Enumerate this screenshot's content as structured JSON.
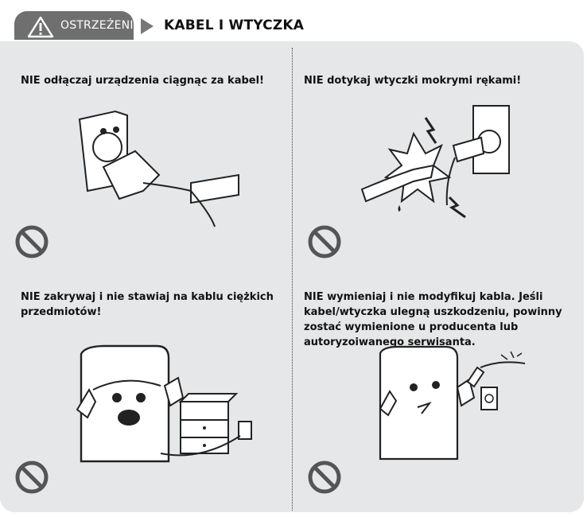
{
  "header": {
    "warning_label": "OSTRZEŻENIE",
    "title": "KABEL I WTYCZKA"
  },
  "sections": [
    {
      "caption": "NIE odłączaj urządzenia ciągnąc za kabel!"
    },
    {
      "caption": "NIE dotykaj wtyczki mokrymi rękami!"
    },
    {
      "caption_lines": [
        "NIE zakrywaj i nie stawiaj na kablu ciężkich",
        "przedmiotów!"
      ]
    },
    {
      "caption_lines": [
        "NIE wymieniaj i nie modyfikuj kabla. Jeśli",
        "kabel/wtyczka ulegną uszkodzeniu, powinny",
        "zostać wymienione u producenta lub",
        "autoryzoiwanego serwisanta."
      ]
    }
  ],
  "icons": {
    "warning": "warning-triangle-icon",
    "arrow": "play-arrow-icon",
    "prohibited": "prohibited-icon"
  },
  "colors": {
    "tab": "#6f6f6f",
    "panel": "#e6e7e9",
    "prohibited": "#555555"
  }
}
